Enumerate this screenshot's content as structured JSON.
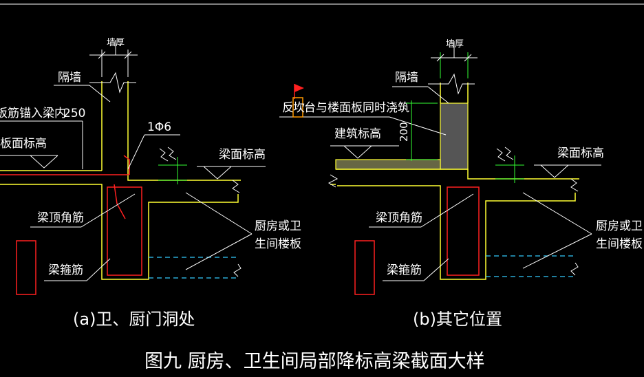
{
  "frame": {
    "top_line_color": "#ffffff"
  },
  "diagram_a": {
    "wall_thickness": "墙厚",
    "partition_wall": "隔墙",
    "slab_anchor": "板筋锚入梁内",
    "anchor_length": "250",
    "rebar_spec": "1Φ6",
    "slab_elevation": "板面标高",
    "beam_elevation": "梁面标高",
    "beam_corner_bar": "梁顶角筋",
    "beam_stirrup": "梁箍筋",
    "floor_slab": [
      "厨房或卫",
      "生间楼板"
    ],
    "caption": "(a)卫、厨门洞处"
  },
  "diagram_b": {
    "wall_thickness": "墙厚",
    "partition_wall": "隔墙",
    "curb_note_1": "反",
    "curb_note_2": "坎",
    "curb_note_3": "台与楼面板同时浇筑",
    "curb_height": "200",
    "arch_elevation": "建筑标高",
    "beam_elevation": "梁面标高",
    "beam_corner_bar": "梁顶角筋",
    "beam_stirrup": "梁箍筋",
    "floor_slab": [
      "厨房或卫",
      "生间楼板"
    ],
    "caption": "(b)其它位置"
  },
  "figure_title": "图九  厨房、卫生间局部降标高梁截面大样",
  "colors": {
    "outline": "#ffff33",
    "rebar": "#ff2020",
    "dimension": "#33ff33",
    "hidden": "#33ccff",
    "text": "#ffffff",
    "marker": "#ff9900"
  }
}
